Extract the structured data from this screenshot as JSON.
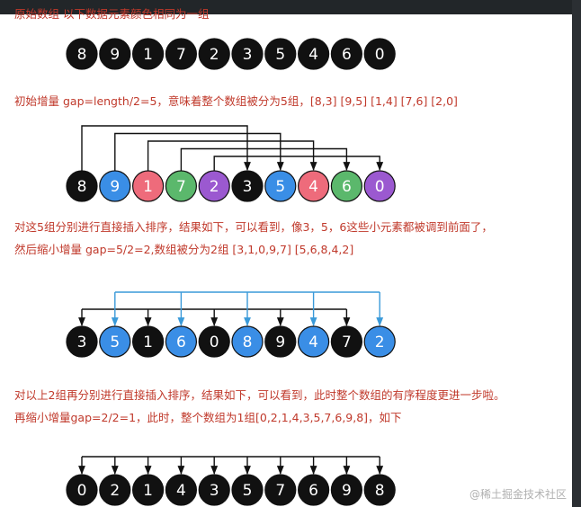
{
  "captions": [
    "原始数组  以下数据元素颜色相同为一组",
    "初始增量 gap=length/2=5，意味着整个数组被分为5组，[8,3] [9,5] [1,4] [7,6] [2,0]",
    "对这5组分别进行直接插入排序，结果如下，可以看到，像3，5，6这些小元素都被调到前面了，",
    "然后缩小增量 gap=5/2=2,数组被分为2组 [3,1,0,9,7] [5,6,8,4,2]",
    "对以上2组再分别进行直接插入排序，结果如下，可以看到，此时整个数组的有序程度更进一步啦。",
    "再缩小增量gap=2/2=1，此时，整个数组为1组[0,2,1,4,3,5,7,6,9,8]，如下"
  ],
  "rows": [
    {
      "values": [
        8,
        9,
        1,
        7,
        2,
        3,
        5,
        4,
        6,
        0
      ],
      "colors": [
        "#111111",
        "#111111",
        "#111111",
        "#111111",
        "#111111",
        "#111111",
        "#111111",
        "#111111",
        "#111111",
        "#111111"
      ],
      "connector": "none"
    },
    {
      "values": [
        8,
        9,
        1,
        7,
        2,
        3,
        5,
        4,
        6,
        0
      ],
      "colors": [
        "#111111",
        "#3a8ee6",
        "#ee6b7b",
        "#5bb86c",
        "#9b59d0",
        "#111111",
        "#3a8ee6",
        "#ee6b7b",
        "#5bb86c",
        "#9b59d0"
      ],
      "connector": "gap5"
    },
    {
      "values": [
        3,
        5,
        1,
        6,
        0,
        8,
        9,
        4,
        7,
        2
      ],
      "colors": [
        "#111111",
        "#3a8ee6",
        "#111111",
        "#3a8ee6",
        "#111111",
        "#3a8ee6",
        "#111111",
        "#3a8ee6",
        "#111111",
        "#3a8ee6"
      ],
      "connector": "gap2"
    },
    {
      "values": [
        0,
        2,
        1,
        4,
        3,
        5,
        7,
        6,
        9,
        8
      ],
      "colors": [
        "#111111",
        "#111111",
        "#111111",
        "#111111",
        "#111111",
        "#111111",
        "#111111",
        "#111111",
        "#111111",
        "#111111"
      ],
      "connector": "gap1"
    }
  ],
  "line_colors": {
    "black": "#111111",
    "blue": "#3a9ad9"
  },
  "watermark": "@稀土掘金技术社区"
}
